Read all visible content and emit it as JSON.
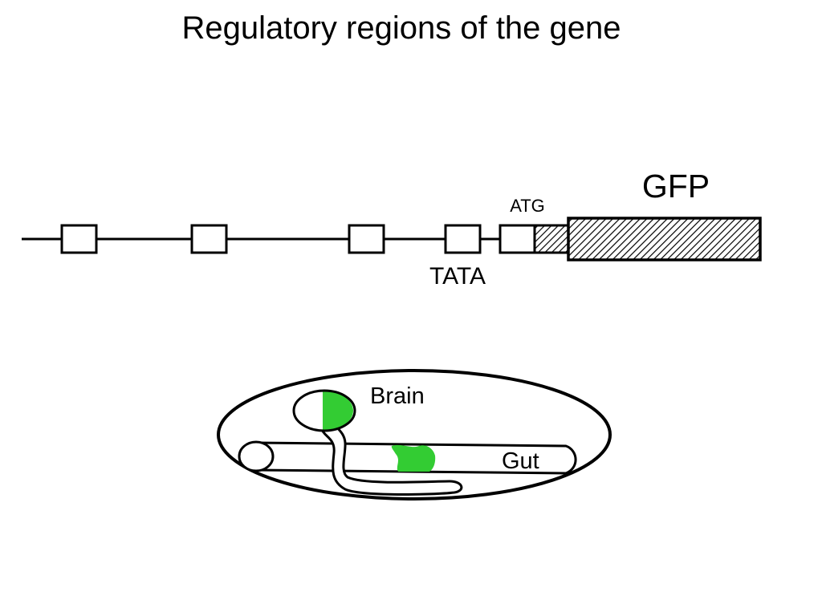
{
  "title": "Regulatory regions of the gene",
  "gene": {
    "reporter_label": "GFP",
    "start_codon_label": "ATG",
    "promoter_label": "TATA"
  },
  "organism": {
    "brain_label": "Brain",
    "gut_label": "Gut"
  },
  "colors": {
    "expression": "#33cc33",
    "line": "#000000",
    "background": "#ffffff"
  }
}
